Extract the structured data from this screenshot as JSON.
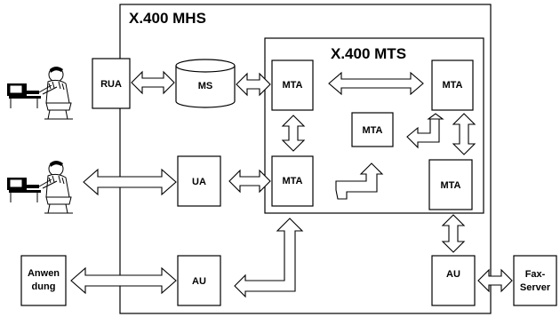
{
  "mhs_title": "X.400 MHS",
  "mts_title": "X.400 MTS",
  "labels": {
    "rua": "RUA",
    "ms": "MS",
    "ua": "UA",
    "au_left": "AU",
    "au_right": "AU",
    "mta_top_left": "MTA",
    "mta_top_right": "MTA",
    "mta_center": "MTA",
    "mta_bottom_left": "MTA",
    "mta_bottom_right": "MTA",
    "anwendung_1": "Anwen",
    "anwendung_2": "dung",
    "fax_1": "Fax-",
    "fax_2": "Server"
  }
}
